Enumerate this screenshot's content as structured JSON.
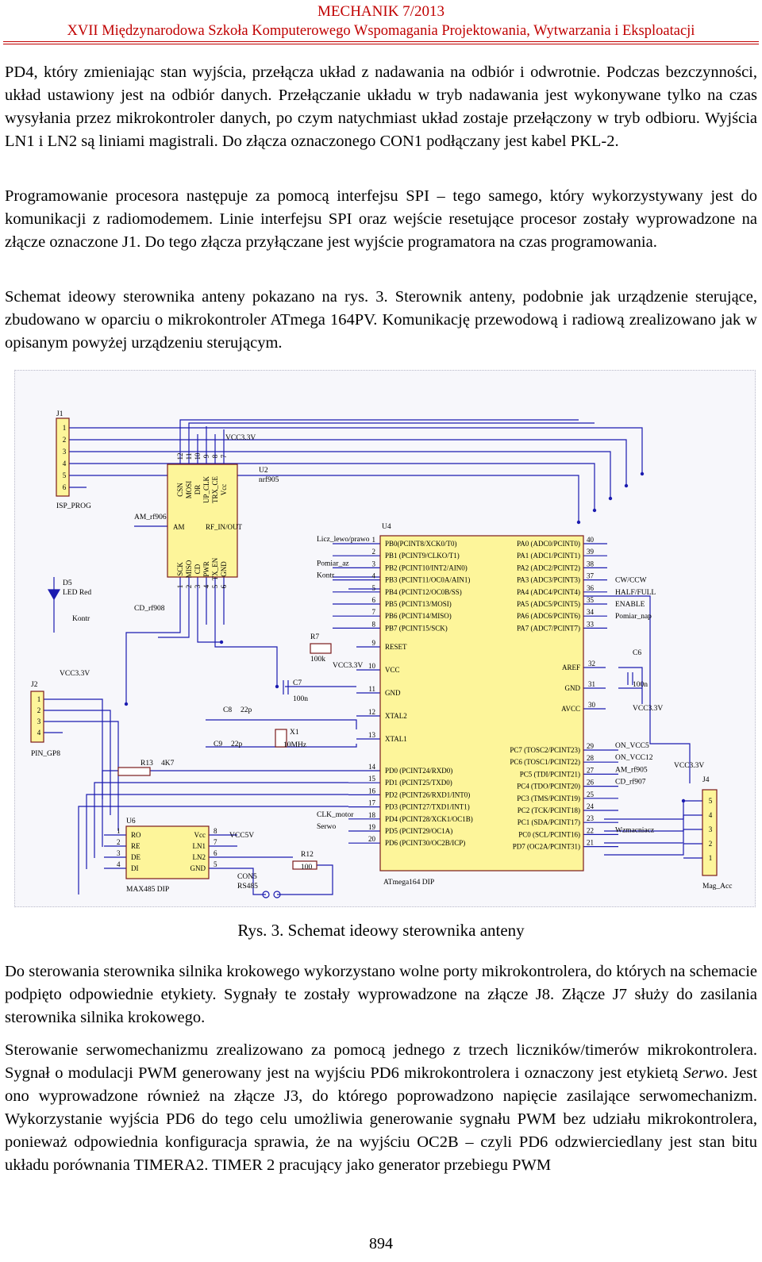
{
  "header": {
    "journal": "MECHANIK 7/2013",
    "conference": "XVII Międzynarodowa Szkoła Komputerowego Wspomagania Projektowania, Wytwarzania i Eksploatacji"
  },
  "paragraphs": [
    "PD4, który zmieniając stan wyjścia, przełącza układ z nadawania na odbiór i odwrotnie. Podczas bezczynności, układ ustawiony jest na odbiór danych. Przełączanie układu w tryb nadawania jest wykonywane tylko na czas wysyłania przez mikrokontroler danych, po czym natychmiast układ zostaje przełączony w tryb odbioru. Wyjścia LN1 i LN2 są liniami magistrali. Do złącza oznaczonego CON1 podłączany jest kabel PKL-2.",
    "Programowanie procesora następuje za pomocą interfejsu SPI – tego samego, który wykorzystywany jest do komunikacji z radiomodemem. Linie interfejsu SPI oraz wejście resetujące procesor zostały wyprowadzone na złącze oznaczone J1. Do tego złącza przyłączane jest wyjście programatora na czas programowania.",
    "Schemat ideowy sterownika anteny pokazano na rys. 3. Sterownik anteny, podobnie jak urządzenie sterujące, zbudowano w oparciu o mikrokontroler ATmega 164PV. Komunikację przewodową i radiową zrealizowano jak w opisanym powyżej urządzeniu sterującym."
  ],
  "figure": {
    "caption": "Rys. 3. Schemat ideowy sterownika anteny",
    "j1": {
      "ref": "J1",
      "name": "ISP_PROG",
      "pins": [
        "1",
        "2",
        "3",
        "4",
        "5",
        "6"
      ]
    },
    "j2": {
      "ref": "J2",
      "name": "PIN_GP8",
      "pins": [
        "1",
        "2",
        "3",
        "4"
      ],
      "supply": "VCC3.3V"
    },
    "j4": {
      "ref": "J4",
      "name": "Mag_Acc",
      "pins": [
        "5",
        "4",
        "3",
        "2",
        "1"
      ],
      "supply": "VCC3.3V"
    },
    "u2": {
      "ref": "U2",
      "part": "nrf905",
      "supply": "VCC3.3V",
      "top_pins": [
        "CSN",
        "MOSI",
        "DR",
        "UP_CLK",
        "TRX_CE",
        "Vcc"
      ],
      "top_nums": [
        "12",
        "11",
        "10",
        "9",
        "8",
        "7"
      ],
      "bottom_pins": [
        "SCK",
        "MISO",
        "CD",
        "PWR",
        "TX_EN",
        "GND"
      ],
      "bottom_nums": [
        "1",
        "2",
        "3",
        "4",
        "5",
        "6"
      ],
      "am": "AM",
      "rf": "RF_IN/OUT"
    },
    "left_labels": {
      "am_rf": "AM_rf906",
      "cd_rf": "CD_rf908",
      "led": "D5",
      "led_name": "LED Red",
      "kontr": "Kontr"
    },
    "u4": {
      "ref": "U4",
      "part": "ATmega164 DIP",
      "left_pins": [
        {
          "num": "1",
          "name": "PB0(PCINT8/XCK0/T0)",
          "label": "Licz_lewo/prawo"
        },
        {
          "num": "2",
          "name": "PB1 (PCINT9/CLKO/T1)",
          "label": ""
        },
        {
          "num": "3",
          "name": "PB2 (PCINT10/INT2/AIN0)",
          "label": "Pomiar_az"
        },
        {
          "num": "4",
          "name": "PB3 (PCINT11/OC0A/AIN1)",
          "label": "Kontr"
        },
        {
          "num": "5",
          "name": "PB4 (PCINT12/OC0B/SS)",
          "label": ""
        },
        {
          "num": "6",
          "name": "PB5 (PCINT13/MOSI)",
          "label": ""
        },
        {
          "num": "7",
          "name": "PB6 (PCINT14/MISO)",
          "label": ""
        },
        {
          "num": "8",
          "name": "PB7 (PCINT15/SCK)",
          "label": ""
        }
      ],
      "mid_left": [
        {
          "num": "9",
          "name": "RESET"
        },
        {
          "num": "10",
          "name": "VCC"
        },
        {
          "num": "11",
          "name": "GND"
        },
        {
          "num": "12",
          "name": "XTAL2"
        },
        {
          "num": "13",
          "name": "XTAL1"
        }
      ],
      "left_pd": [
        {
          "num": "14",
          "name": "PD0 (PCINT24/RXD0)",
          "label": ""
        },
        {
          "num": "15",
          "name": "PD1 (PCINT25/TXD0)",
          "label": ""
        },
        {
          "num": "16",
          "name": "PD2 (PCINT26/RXD1/INT0)",
          "label": ""
        },
        {
          "num": "17",
          "name": "PD3 (PCINT27/TXD1/INT1)",
          "label": ""
        },
        {
          "num": "18",
          "name": "PD4 (PCINT28/XCK1/OC1B)",
          "label": "CLK_motor"
        },
        {
          "num": "19",
          "name": "PD5 (PCINT29/OC1A)",
          "label": "Serwo"
        },
        {
          "num": "20",
          "name": "PD6 (PCINT30/OC2B/ICP)",
          "label": ""
        }
      ],
      "right_pa": [
        {
          "num": "40",
          "name": "PA0 (ADC0/PCINT0)",
          "label": ""
        },
        {
          "num": "39",
          "name": "PA1 (ADC1/PCINT1)",
          "label": ""
        },
        {
          "num": "38",
          "name": "PA2 (ADC2/PCINT2)",
          "label": ""
        },
        {
          "num": "37",
          "name": "PA3 (ADC3/PCINT3)",
          "label": "CW/CCW"
        },
        {
          "num": "36",
          "name": "PA4 (ADC4/PCINT4)",
          "label": "HALF/FULL"
        },
        {
          "num": "35",
          "name": "PA5 (ADC5/PCINT5)",
          "label": "ENABLE"
        },
        {
          "num": "34",
          "name": "PA6 (ADC6/PCINT6)",
          "label": "Pomiar_nap"
        },
        {
          "num": "33",
          "name": "PA7 (ADC7/PCINT7)",
          "label": ""
        }
      ],
      "right_mid": [
        {
          "num": "32",
          "name": "AREF"
        },
        {
          "num": "31",
          "name": "GND"
        },
        {
          "num": "30",
          "name": "AVCC"
        }
      ],
      "right_pc": [
        {
          "num": "29",
          "name": "PC7 (TOSC2/PCINT23)",
          "label": "ON_VCC5"
        },
        {
          "num": "28",
          "name": "PC6 (TOSC1/PCINT22)",
          "label": "ON_VCC12"
        },
        {
          "num": "27",
          "name": "PC5 (TDI/PCINT21)",
          "label": "AM_rf905"
        },
        {
          "num": "26",
          "name": "PC4 (TDO/PCINT20)",
          "label": "CD_rf907"
        },
        {
          "num": "25",
          "name": "PC3 (TMS/PCINT19)",
          "label": ""
        },
        {
          "num": "24",
          "name": "PC2 (TCK/PCINT18)",
          "label": ""
        },
        {
          "num": "23",
          "name": "PC1 (SDA/PCINT17)",
          "label": ""
        },
        {
          "num": "22",
          "name": "PC0 (SCL/PCINT16)",
          "label": "Wzmacniacz"
        },
        {
          "num": "21",
          "name": "PD7 (OC2A/PCINT31)",
          "label": ""
        }
      ]
    },
    "passives": {
      "r7": "R7",
      "r7v": "100k",
      "vcc_r7": "VCC3.3V",
      "c7": "C7",
      "c7v": "100n",
      "c8": "C8",
      "c8v": "22p",
      "c9": "C9",
      "c9v": "22p",
      "x1": "X1",
      "x1v": "10MHz",
      "r13": "R13",
      "r13v": "4K7",
      "c6": "C6",
      "c6v": "100n",
      "vcc_avcc": "VCC3.3V",
      "r12": "R12",
      "r12v": "100",
      "con5": "CON5",
      "con5v": "RS485"
    },
    "u6": {
      "ref": "U6",
      "part": "MAX485 DIP",
      "supply": "VCC5V",
      "left": [
        {
          "num": "1",
          "name": "RO"
        },
        {
          "num": "2",
          "name": "RE"
        },
        {
          "num": "3",
          "name": "DE"
        },
        {
          "num": "4",
          "name": "DI"
        }
      ],
      "right": [
        {
          "num": "8",
          "name": "Vcc"
        },
        {
          "num": "7",
          "name": "LN1"
        },
        {
          "num": "6",
          "name": "LN2"
        },
        {
          "num": "5",
          "name": "GND"
        }
      ]
    }
  },
  "paragraphs_after": [
    "Do sterowania sterownika silnika krokowego wykorzystano wolne porty mikrokontrolera, do których na schemacie podpięto odpowiednie etykiety. Sygnały te zostały wyprowadzone na złącze J8. Złącze J7 służy do zasilania sterownika silnika krokowego."
  ],
  "p5": {
    "before": "Sterowanie serwomechanizmu zrealizowano za pomocą jednego z trzech liczników/timerów mikrokontrolera. Sygnał o modulacji PWM generowany jest na wyjściu PD6 mikrokontrolera i oznaczony jest etykietą ",
    "italic": "Serwo",
    "after": ". Jest ono wyprowadzone również na złącze J3, do którego poprowadzono napięcie zasilające serwomechanizm. Wykorzystanie wyjścia PD6 do tego celu umożliwia generowanie sygnału PWM bez udziału mikrokontrolera, ponieważ odpowiednia konfiguracja sprawia, że na wyjściu OC2B – czyli PD6 odzwierciedlany jest stan bitu układu porównania TIMERA2. TIMER 2 pracujący jako generator przebiegu PWM"
  },
  "page_number": "894"
}
